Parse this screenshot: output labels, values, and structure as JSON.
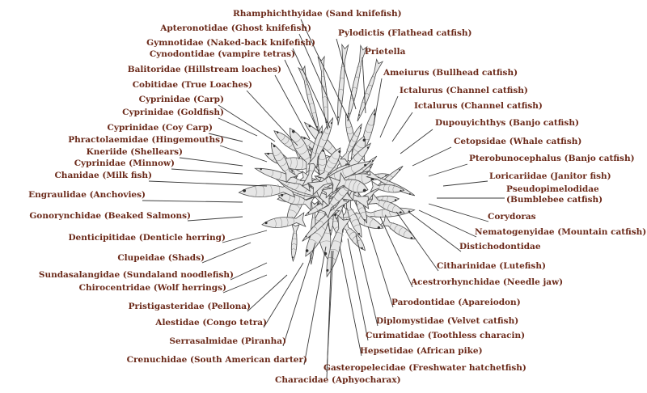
{
  "diagram": {
    "label_color": "#6b2a1a",
    "line_color": "#3a3a3a",
    "fish_outline_color": "#4a4a4a",
    "fish_fill_color": "#e6e6e6",
    "labels": [
      "Rhamphichthyidae (Sand knifefish)",
      "Apteronotidae (Ghost knifefish)",
      "Gymnotidae (Naked-back knifefish)",
      "Cynodontidae (vampire tetras)",
      "Balitoridae (Hillstream loaches)",
      "Cobitidae (True Loaches)",
      "Cyprinidae (Carp)",
      "Cyprinidae (Goldfish)",
      "Cyprinidae (Coy Carp)",
      "Phractolaemidae (Hingemouths)",
      "Kneriide (Shellears)",
      "Cyprinidae (Minnow)",
      "Chanidae (Milk fish)",
      "Engraulidae (Anchovies)",
      "Gonorynchidae (Beaked Salmons)",
      "Denticipitidae (Denticle herring)",
      "Clupeidae (Shads)",
      "Sundasalangidae (Sundaland noodlefish)",
      "Chirocentridae (Wolf herrings)",
      "Pristigasteridae (Pellona)",
      "Alestidae (Congo tetra)",
      "Serrasalmidae (Piranha)",
      "Crenuchidae (South American darter)",
      "Characidae (Aphyocharax)",
      "Gasteropelecidae (Freshwater hatchetfish)",
      "Hepsetidae (African pike)",
      "Curimatidae (Toothless characin)",
      "Diplomystidae (Velvet catfish)",
      "Parodontidae (Apareiodon)",
      "Acestrorhynchidae (Needle jaw)",
      "Citharinidae (Lutefish)",
      "Distichodontidae",
      "Nematogenyidae (Mountain catfish)",
      "Corydoras",
      "Pseudopimelodidae",
      "(Bumblebee catfish)",
      "Loricariidae (Janitor fish)",
      "Pterobunocephalus (Banjo catfish)",
      "Cetopsidae (Whale catfish)",
      "Dupouyichthys (Banjo catfish)",
      "Ictalurus (Channel catfish)",
      "Ictalurus (Channel catfish)",
      "Ameiurus (Bullhead catfish)",
      "Prietella",
      "Pylodictis (Flathead catfish)"
    ]
  }
}
